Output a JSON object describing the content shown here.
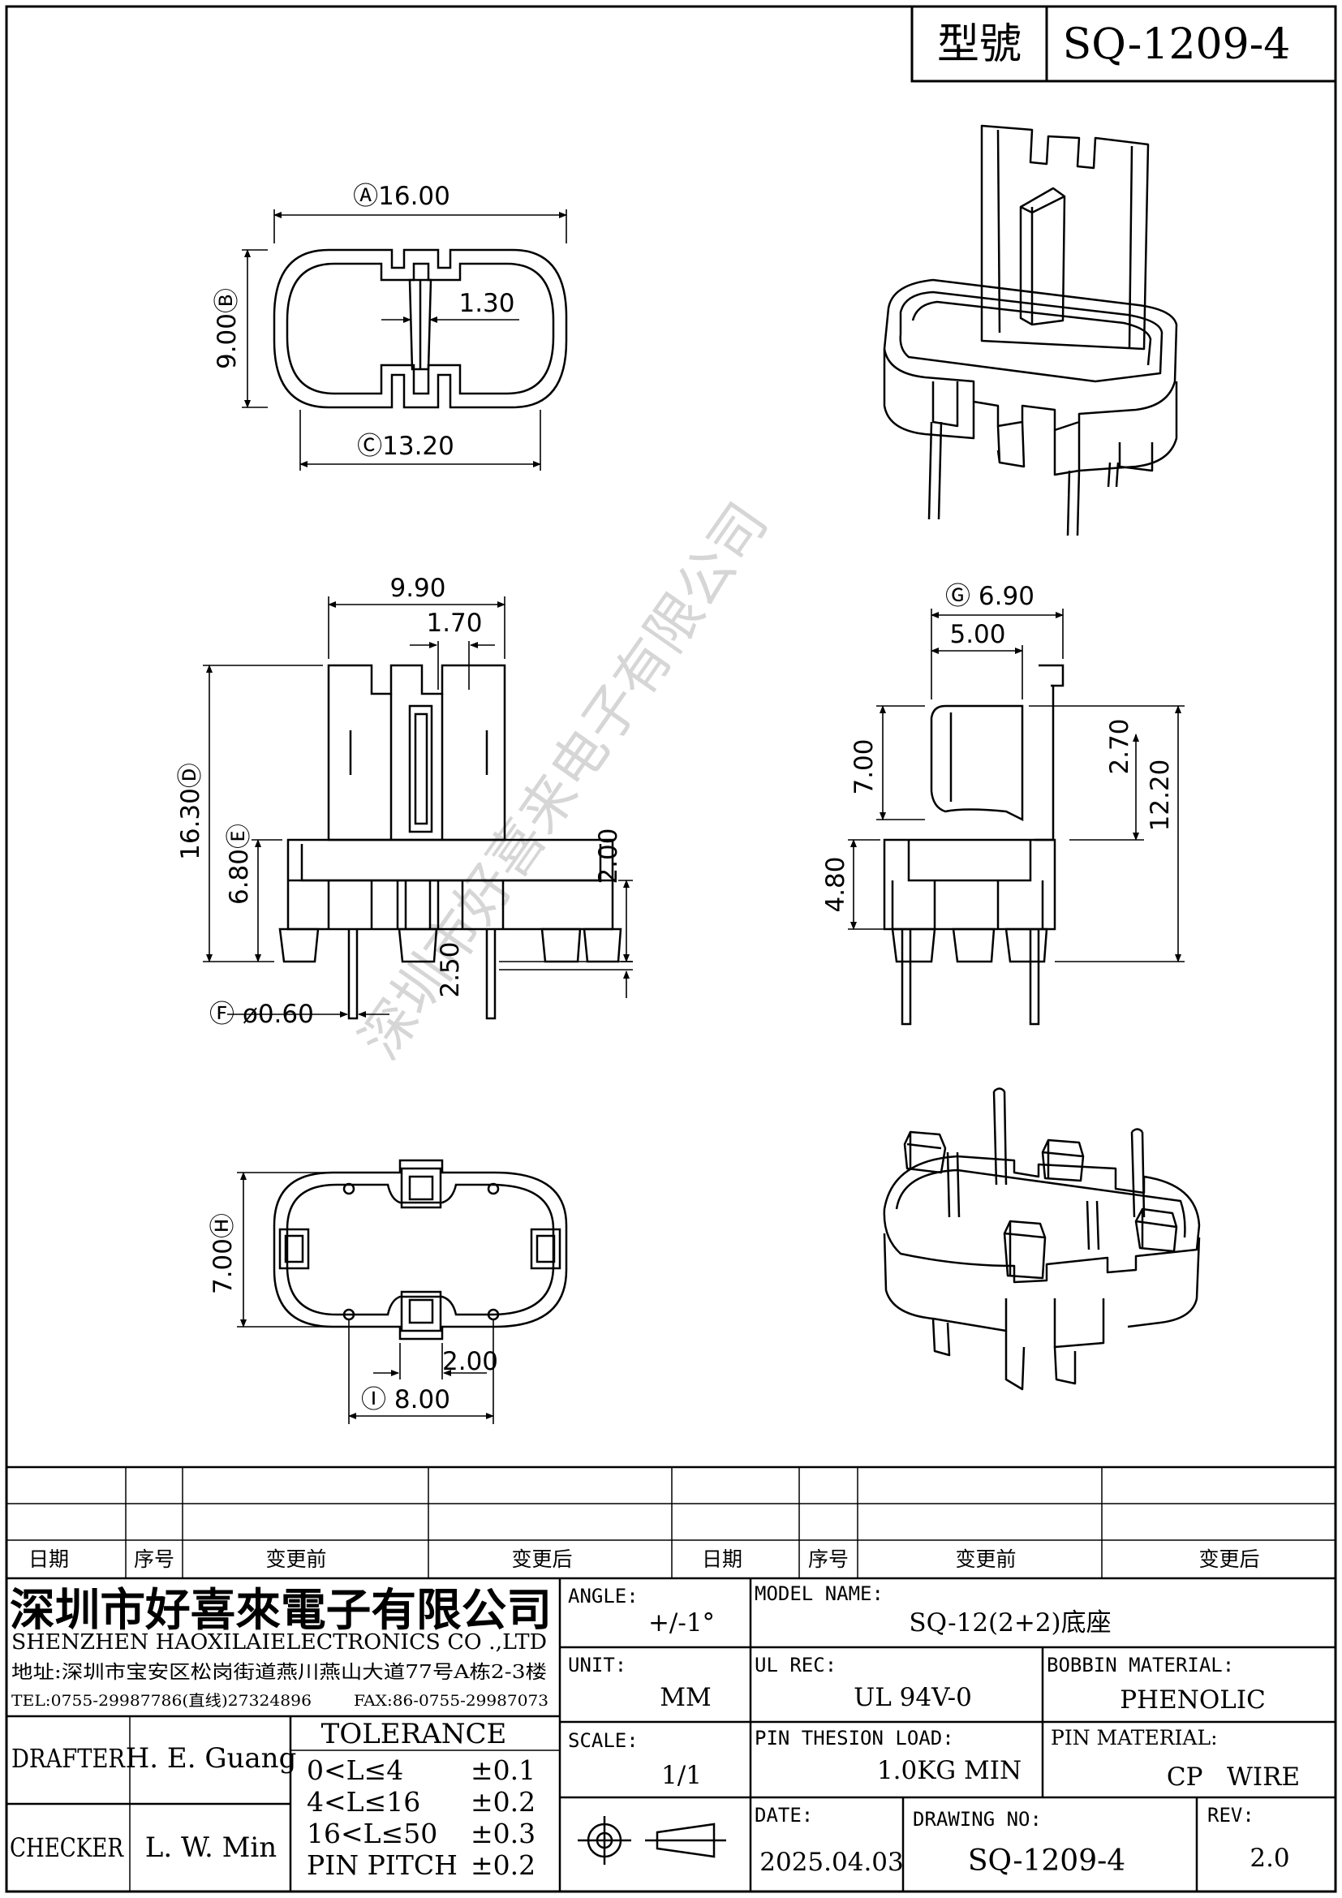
{
  "header": {
    "model_label": "型號",
    "model_value": "SQ-1209-4"
  },
  "watermark": "深圳市好喜来电子有限公司",
  "dims": {
    "a": "Ⓐ16.00",
    "b": "9.00Ⓑ",
    "slot": "1.30",
    "c": "Ⓒ13.20",
    "w990": "9.90",
    "w170": "1.70",
    "d": "16.30Ⓓ",
    "e": "6.80Ⓔ",
    "h200": "2.00",
    "h250": "2.50",
    "f": "Ⓕ ø0.60",
    "g": "Ⓖ 6.90",
    "w500": "5.00",
    "h700": "7.00",
    "h270": "2.70",
    "h1220": "12.20",
    "h480": "4.80",
    "h": "7.00Ⓗ",
    "p200": "2.00",
    "i": "Ⓘ 8.00"
  },
  "revision_table": {
    "headers": [
      "日期",
      "序号",
      "变更前",
      "变更后",
      "日期",
      "序号",
      "变更前",
      "变更后"
    ]
  },
  "company": {
    "name_cn": "深圳市好喜來電子有限公司",
    "name_en": "SHENZHEN  HAOXILAIELECTRONICS  CO .,LTD",
    "address": "地址:深圳市宝安区松岗街道燕川燕山大道77号A栋2-3楼",
    "tel": "TEL:0755-29987786(直线)27324896",
    "fax": "FAX:86-0755-29987073"
  },
  "title_block": {
    "drafter_label": "DRAFTER",
    "drafter": "H. E. Guang",
    "checker_label": "CHECKER",
    "checker": "L. W. Min",
    "tolerance_title": "TOLERANCE",
    "tolerances": [
      {
        "range": "0<L≤4",
        "value": "±0.1"
      },
      {
        "range": "4<L≤16",
        "value": "±0.2"
      },
      {
        "range": "16<L≤50",
        "value": "±0.3"
      },
      {
        "range": "PIN PITCH",
        "value": "±0.2"
      }
    ],
    "angle_label": "ANGLE:",
    "angle": "+/-1°",
    "unit_label": "UNIT:",
    "unit": "MM",
    "scale_label": "SCALE:",
    "scale": "1/1",
    "model_name_label": "MODEL NAME:",
    "model_name": "SQ-12(2+2)底座",
    "ul_label": "UL REC:",
    "ul": "UL 94V-0",
    "bobbin_label": "BOBBIN MATERIAL:",
    "bobbin": "PHENOLIC",
    "pin_tension_label": "PIN THESION LOAD:",
    "pin_tension": "1.0KG MIN",
    "pin_material_label": "PIN MATERIAL:",
    "pin_material": "CP   WIRE",
    "date_label": "DATE:",
    "date": "2025.04.03",
    "drawing_no_label": "DRAWING NO:",
    "drawing_no": "SQ-1209-4",
    "rev_label": "REV:",
    "rev": "2.0"
  }
}
